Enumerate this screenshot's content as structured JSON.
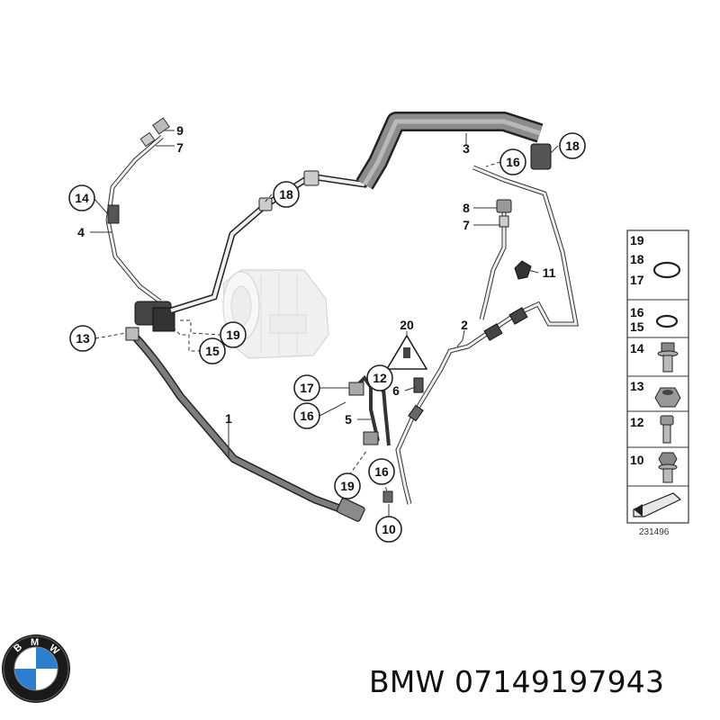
{
  "diagram": {
    "callouts": [
      {
        "id": "c9",
        "label": "9"
      },
      {
        "id": "c7a",
        "label": "7"
      },
      {
        "id": "c14",
        "label": "14"
      },
      {
        "id": "c4",
        "label": "4"
      },
      {
        "id": "c13",
        "label": "13"
      },
      {
        "id": "c19a",
        "label": "19"
      },
      {
        "id": "c15",
        "label": "15"
      },
      {
        "id": "c1",
        "label": "1"
      },
      {
        "id": "c18a",
        "label": "18"
      },
      {
        "id": "c3",
        "label": "3"
      },
      {
        "id": "c18b",
        "label": "18"
      },
      {
        "id": "c16a",
        "label": "16"
      },
      {
        "id": "c8",
        "label": "8"
      },
      {
        "id": "c7b",
        "label": "7"
      },
      {
        "id": "c11",
        "label": "11"
      },
      {
        "id": "c20",
        "label": "20"
      },
      {
        "id": "c2",
        "label": "2"
      },
      {
        "id": "c17",
        "label": "17"
      },
      {
        "id": "c12",
        "label": "12"
      },
      {
        "id": "c6",
        "label": "6"
      },
      {
        "id": "c16b",
        "label": "16"
      },
      {
        "id": "c5",
        "label": "5"
      },
      {
        "id": "c16c",
        "label": "16"
      },
      {
        "id": "c19b",
        "label": "19"
      },
      {
        "id": "c10",
        "label": "10"
      }
    ],
    "legend": {
      "rows": [
        {
          "labels": [
            "19",
            "18",
            "17"
          ],
          "part": "o-ring-large"
        },
        {
          "labels": [
            "16",
            "15"
          ],
          "part": "o-ring-small"
        },
        {
          "labels": [
            "14"
          ],
          "part": "flange-bolt"
        },
        {
          "labels": [
            "13"
          ],
          "part": "hex-nut"
        },
        {
          "labels": [
            "12"
          ],
          "part": "socket-screw"
        },
        {
          "labels": [
            "10"
          ],
          "part": "hex-screw"
        },
        {
          "labels": [],
          "part": "arrow-icon"
        }
      ],
      "figure_number": "231496"
    }
  },
  "caption": {
    "text": "BMW 07149197943"
  },
  "logo": {
    "name": "bmw-roundel",
    "colors": {
      "ring": "#1a1a1a",
      "blue": "#2a7fd0",
      "white": "#ffffff"
    }
  },
  "colors": {
    "line": "#333333",
    "hose_light": "#e6e6e6",
    "hose_dark": "#7a7a7a",
    "compressor": "#ececec"
  }
}
